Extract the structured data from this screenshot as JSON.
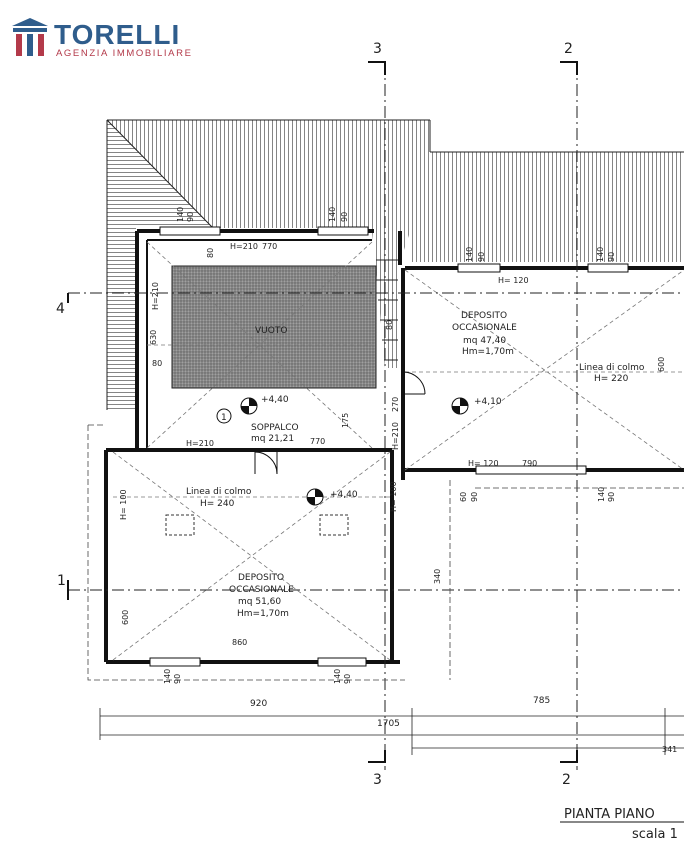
{
  "brand": {
    "name": "TORELLI",
    "tagline": "AGENZIA IMMOBILIARE",
    "colors": {
      "blue": "#2f5d8c",
      "red": "#b33a4a"
    }
  },
  "sections": {
    "s3": "3",
    "s2": "2",
    "s4": "4",
    "s1": "1"
  },
  "rooms": {
    "vuoto": "VUOTO",
    "soppalco": {
      "name": "SOPPALCO",
      "area": "mq 21,21",
      "number": "1",
      "level": "+4,40"
    },
    "deposito_right": {
      "name1": "DEPOSITO",
      "name2": "OCCASIONALE",
      "area": "mq 47,40",
      "hm": "Hm=1,70m",
      "level": "+4,10",
      "colmo": "Linea di colmo",
      "colmo_h": "H= 220"
    },
    "deposito_left": {
      "name1": "DEPOSITO",
      "name2": "OCCASIONALE",
      "area": "mq 51,60",
      "hm": "Hm=1,70m",
      "level": "+4,40",
      "colmo": "Linea di colmo",
      "colmo_h": "H= 240"
    }
  },
  "dims": {
    "h210_top": "H=210",
    "d770_top": "770",
    "d80_a": "80",
    "d140_a": "140",
    "d90_a": "90",
    "d140_b": "140",
    "d90_b": "90",
    "h210_left": "H=210",
    "d630": "630",
    "d80_b": "80",
    "d80_c": "80",
    "d175": "175",
    "h210_bot": "H=210",
    "d770_bot": "770",
    "h120_top": "H= 120",
    "d140_c": "140",
    "d90_c": "90",
    "d140_d": "140",
    "d90_d": "90",
    "d600_r": "600",
    "h210_mid": "H=210",
    "d270": "270",
    "h120_bot": "H= 120",
    "d790": "790",
    "d60": "60",
    "d90_e": "90",
    "d140_e": "140",
    "d90_f": "90",
    "h100_l": "H= 100",
    "h100_r": "H= 100",
    "d600_l": "600",
    "d860": "860",
    "d340": "340",
    "d140_f": "140",
    "d90_g": "90",
    "d140_g": "140",
    "d90_h": "90",
    "d920": "920",
    "d785": "785",
    "d1705": "1705",
    "d341": "341"
  },
  "footer": {
    "title": "PIANTA PIANO",
    "scale": "scala 1"
  }
}
